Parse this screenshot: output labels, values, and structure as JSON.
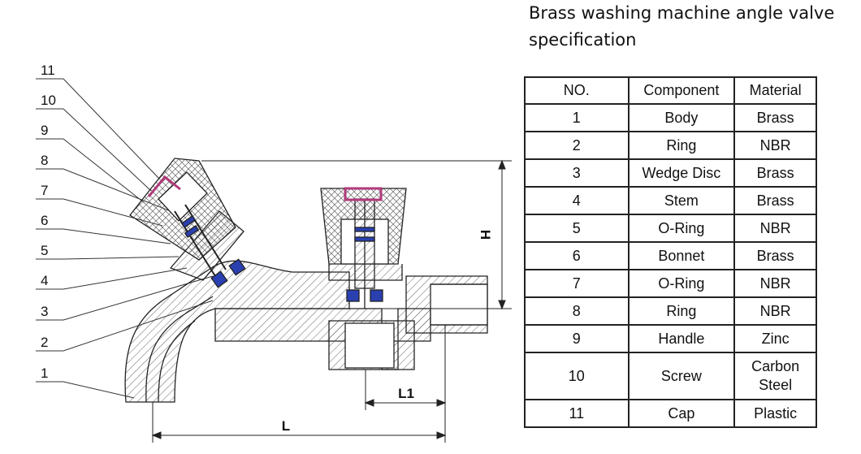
{
  "title": {
    "line1": "Brass washing machine angle valve",
    "line2": "specification"
  },
  "table": {
    "headers": [
      "NO.",
      "Component",
      "Material"
    ],
    "rows": [
      {
        "no": "1",
        "component": "Body",
        "material": "Brass"
      },
      {
        "no": "2",
        "component": "Ring",
        "material": "NBR"
      },
      {
        "no": "3",
        "component": "Wedge Disc",
        "material": "Brass"
      },
      {
        "no": "4",
        "component": "Stem",
        "material": "Brass"
      },
      {
        "no": "5",
        "component": "O-Ring",
        "material": "NBR"
      },
      {
        "no": "6",
        "component": "Bonnet",
        "material": "Brass"
      },
      {
        "no": "7",
        "component": "O-Ring",
        "material": "NBR"
      },
      {
        "no": "8",
        "component": "Ring",
        "material": "NBR"
      },
      {
        "no": "9",
        "component": "Handle",
        "material": "Zinc"
      },
      {
        "no": "10",
        "component": "Screw",
        "material": "Carbon Steel"
      },
      {
        "no": "11",
        "component": "Cap",
        "material": "Plastic"
      }
    ]
  },
  "drawing": {
    "part_labels": [
      "11",
      "10",
      "9",
      "8",
      "7",
      "6",
      "5",
      "4",
      "3",
      "2",
      "1"
    ],
    "dimensions": {
      "height": "H",
      "length": "L",
      "outlet_length": "L1"
    },
    "colors": {
      "line": "#222222",
      "seal": "#2a3fb0",
      "screw": "#b03a7a",
      "hatch": "#555555"
    }
  }
}
